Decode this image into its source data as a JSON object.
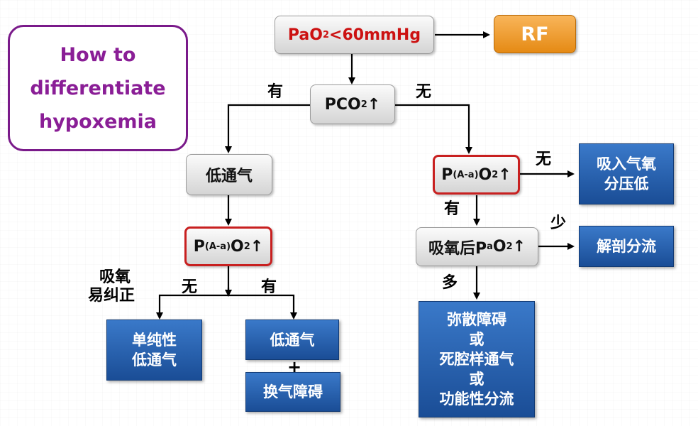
{
  "title": {
    "line1": "How to",
    "line2": "differentiate",
    "line3": "hypoxemia"
  },
  "nodes": {
    "pao2": {
      "base": "PaO",
      "sub": "2",
      "rest": "<60mmHg"
    },
    "rf": {
      "label": "RF"
    },
    "pco2": {
      "base": "PCO",
      "sub": "2",
      "arrow": "↑"
    },
    "low_vent_1": {
      "label": "低通气"
    },
    "paao2_left": {
      "p": "P",
      "sub1": "(A-a)",
      "o": "O",
      "sub2": "2",
      "arrow": "↑"
    },
    "paao2_right": {
      "p": "P",
      "sub1": "(A-a)",
      "o": "O",
      "sub2": "2",
      "arrow": "↑"
    },
    "low_inhaled": {
      "line1": "吸入气氧",
      "line2": "分压低"
    },
    "after_o2": {
      "prefix": "吸氧后P",
      "sub1": "a",
      "o": "O",
      "sub2": "2",
      "arrow": "↑"
    },
    "shunt": {
      "label": "解剖分流"
    },
    "diffusion": {
      "line1": "弥散障碍",
      "line2": "或",
      "line3": "死腔样通气",
      "line4": "或",
      "line5": "功能性分流"
    },
    "simple_low_vent": {
      "line1": "单纯性",
      "line2": "低通气"
    },
    "low_vent_2": {
      "label": "低通气"
    },
    "plus": {
      "label": "+"
    },
    "exchange": {
      "label": "换气障碍"
    }
  },
  "labels": {
    "yes_top": "有",
    "no_top": "无",
    "no_right": "无",
    "yes_right": "有",
    "less": "少",
    "more": "多",
    "no_left": "无",
    "yes_left": "有",
    "o2_fix_1": "吸氧",
    "o2_fix_2": "易纠正"
  },
  "colors": {
    "title_border": "#7a1a8a",
    "title_text": "#8a1e96",
    "red_border": "#c82020",
    "pao2_text": "#cc1111",
    "rf_orange": "#e58a14",
    "blue_box": "#1f56a3"
  }
}
